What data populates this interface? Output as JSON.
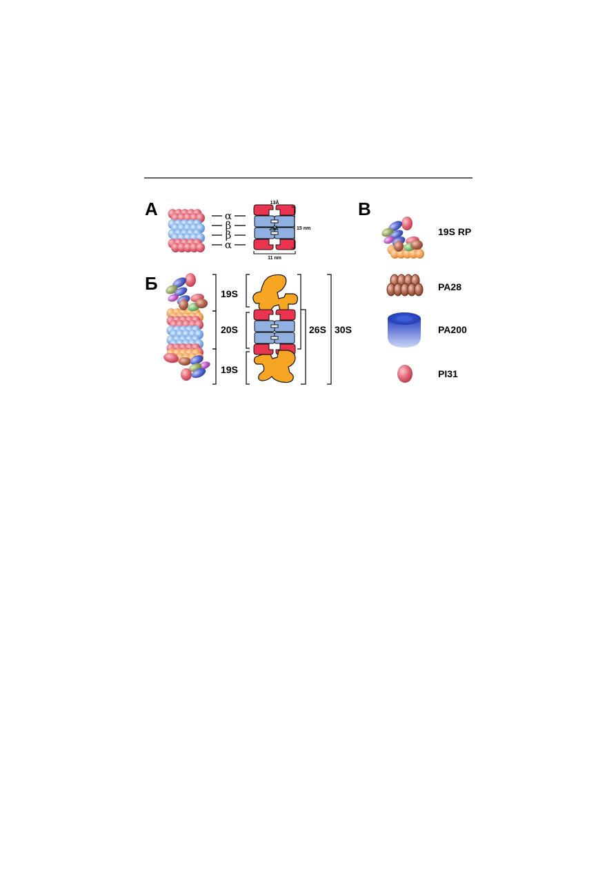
{
  "panels": {
    "a": "А",
    "b": "Б",
    "c": "В"
  },
  "rings": {
    "alpha_top": "α",
    "beta_upper": "β",
    "beta_lower": "β",
    "alpha_bottom": "α"
  },
  "dimensions": {
    "gate": "13Å",
    "chamber": "28Å",
    "height": "15 nm",
    "width": "11 nm"
  },
  "assembly": {
    "top_cap": "19S",
    "core": "20S",
    "bottom_cap": "19S",
    "single_capped": "26S",
    "double_capped": "30S"
  },
  "legend": {
    "rp": "19S RP",
    "pa28": "PA28",
    "pa200": "PA200",
    "pi31": "PI31"
  },
  "colors": {
    "alpha": "#e8344f",
    "beta": "#8fb0e0",
    "cap": "#f6a623",
    "pa28": "#b46a55",
    "pa200": "#2f4fc8",
    "pi31": "#e8344f"
  }
}
